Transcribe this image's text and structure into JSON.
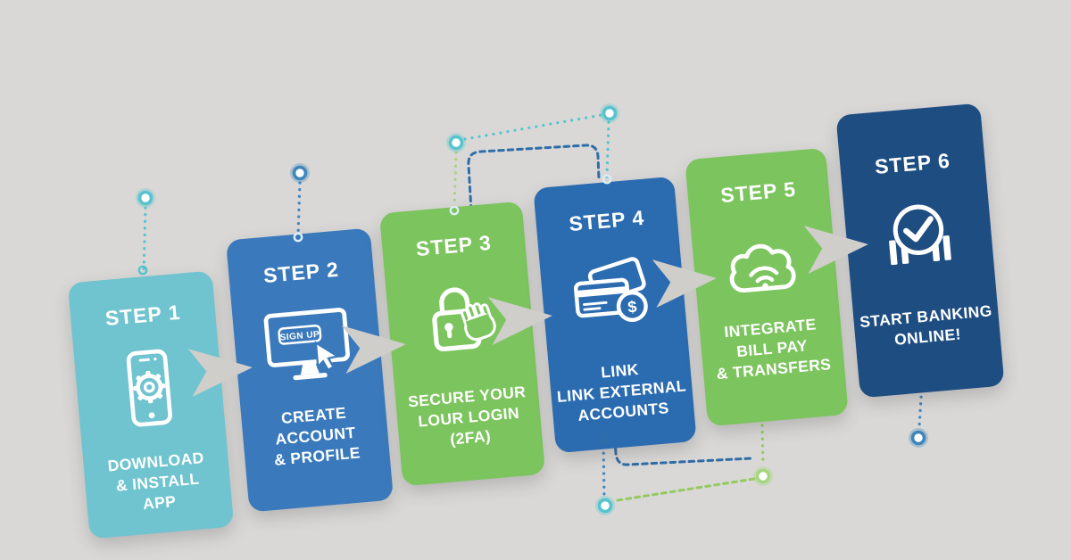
{
  "page": {
    "background": "#d9d8d6"
  },
  "flow": {
    "arrow_color": "#cfcecb",
    "steps": [
      {
        "title": "STEP 1",
        "caption": "DOWNLOAD\n& INSTALL\nAPP",
        "color": "#6fc4cf",
        "icon": "smartphone-gear-icon"
      },
      {
        "title": "STEP 2",
        "caption": "CREATE ACCOUNT\n& PROFILE",
        "color": "#3a7abc",
        "icon": "monitor-signup-icon",
        "icon_label": "SIGN UP"
      },
      {
        "title": "STEP 3",
        "caption": "SECURE YOUR\nLOUR LOGIN\n(2FA)",
        "color": "#7cc45e",
        "icon": "lock-hand-icon"
      },
      {
        "title": "STEP 4",
        "caption": "LINK\nLINK EXTERNAL\nACCOUNTS",
        "color": "#2b6cb1",
        "icon": "credit-cards-dollar-icon",
        "icon_label": "$"
      },
      {
        "title": "STEP 5",
        "caption": "INTEGRATE\nBILL PAY\n& TRANSFERS",
        "color": "#7cc45e",
        "icon": "cloud-wifi-icon"
      },
      {
        "title": "STEP 6",
        "caption": "START BANKING\nONLINE!",
        "color": "#1e4d82",
        "icon": "bank-check-icon"
      }
    ]
  },
  "connectors": {
    "teal": "#56c3ce",
    "blue_dash": "#2f6da8",
    "blue_dot": "#3f86bb",
    "light_green": "#aecf83",
    "green_dash": "#94c95f",
    "node_green": "#a5d67f",
    "ring_light": "#dcedf6",
    "white": "#ffffff"
  }
}
